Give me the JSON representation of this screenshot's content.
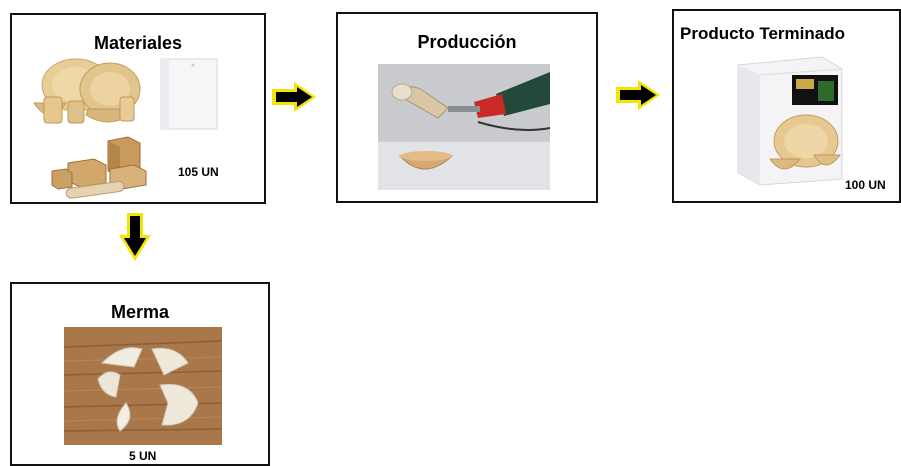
{
  "boxes": {
    "materiales": {
      "title": "Materiales",
      "quantity": "105 UN"
    },
    "produccion": {
      "title": "Producción"
    },
    "producto_terminado": {
      "title": "Producto Terminado",
      "quantity": "100 UN"
    },
    "merma": {
      "title": "Merma",
      "quantity": "5 UN"
    }
  },
  "colors": {
    "arrow_fill": "#000000",
    "arrow_glow": "#f2e600",
    "border": "#111111",
    "bamboo": "#e2c48d",
    "wood_table": "#a9774a"
  },
  "icons": [
    "arrow-right-icon",
    "arrow-down-icon"
  ]
}
